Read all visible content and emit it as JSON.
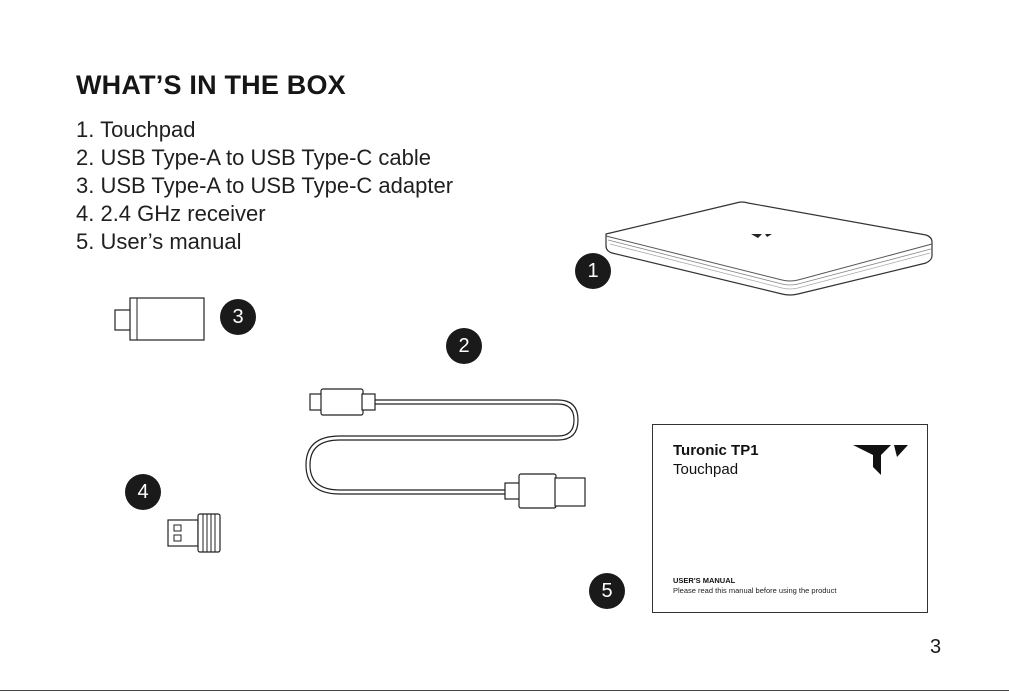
{
  "page": {
    "title": "WHAT’S IN THE BOX",
    "items": [
      "1. Touchpad",
      "2. USB Type-A to USB Type-C cable",
      "3. USB Type-A to USB Type-C adapter",
      "4. 2.4 GHz receiver",
      "5. User’s manual"
    ],
    "page_number": "3"
  },
  "callouts": [
    "1",
    "2",
    "3",
    "4",
    "5"
  ],
  "manual_cover": {
    "brand": "Turonic TP1",
    "product": "Touchpad",
    "title": "USER'S MANUAL",
    "note": "Please read this manual before using the product"
  },
  "illustrations": [
    "touchpad-illustration",
    "usb-cable-illustration",
    "usb-adapter-illustration",
    "receiver-illustration",
    "brand-logo-icon"
  ],
  "colors": {
    "text": "#1a1a1a",
    "badge": "#1a1a1a",
    "badge_text": "#ffffff",
    "line_art": "#222222"
  }
}
